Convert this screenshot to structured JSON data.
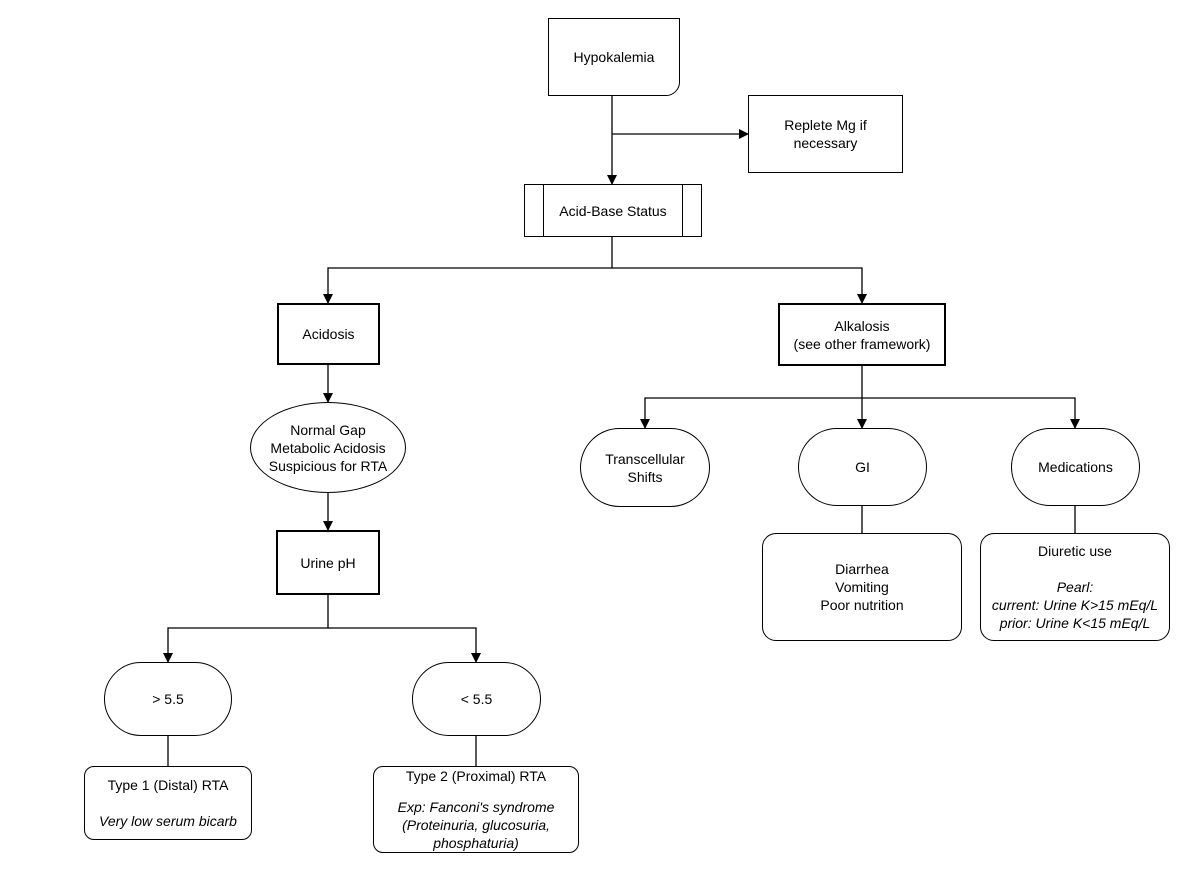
{
  "nodes": {
    "hypokalemia": "Hypokalemia",
    "replete_mg": [
      "Replete Mg if",
      "necessary"
    ],
    "acid_base": "Acid-Base Status",
    "acidosis": "Acidosis",
    "alkalosis": [
      "Alkalosis",
      "(see other framework)"
    ],
    "normal_gap": [
      "Normal Gap",
      "Metabolic Acidosis",
      "Suspicious for RTA"
    ],
    "urine_ph": "Urine pH",
    "gt55": "> 5.5",
    "lt55": "< 5.5",
    "type1": {
      "title": "Type 1 (Distal) RTA",
      "note": "Very low serum bicarb"
    },
    "type2": {
      "title": "Type 2 (Proximal) RTA",
      "note": [
        "Exp: Fanconi's syndrome",
        "(Proteinuria, glucosuria,",
        "phosphaturia)"
      ]
    },
    "transcellular": [
      "Transcellular",
      "Shifts"
    ],
    "gi": "GI",
    "medications": "Medications",
    "gi_causes": [
      "Diarrhea",
      "Vomiting",
      "Poor nutrition"
    ],
    "diuretic": {
      "title": "Diuretic use",
      "pearl": [
        "Pearl:",
        "current: Urine K>15 mEq/L",
        "prior: Urine K<15 mEq/L"
      ]
    }
  }
}
